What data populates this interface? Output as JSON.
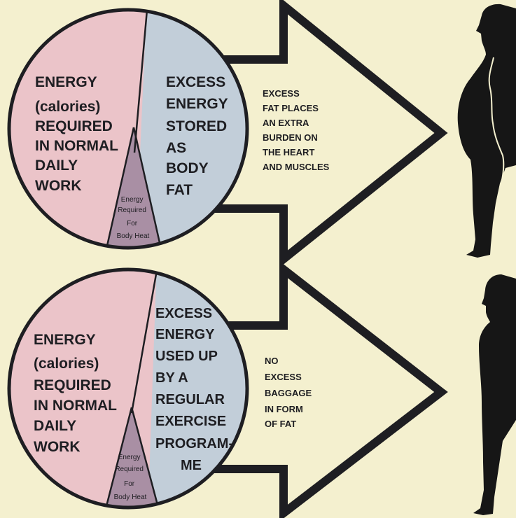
{
  "colors": {
    "background": "#f4f0cf",
    "pink": "#ebc4c9",
    "blue": "#c2ced9",
    "purple": "#a98fa4",
    "ink": "#1e1e22",
    "silhouette": "#161616"
  },
  "panels": [
    {
      "left_lines": [
        "ENERGY",
        "(calories)",
        "REQUIRED",
        "IN NORMAL",
        "DAILY",
        "WORK"
      ],
      "right_lines": [
        "EXCESS",
        "ENERGY",
        "STORED",
        "AS",
        "BODY",
        "FAT"
      ],
      "bottom_lines": [
        "Energy",
        "Required",
        "For",
        "Body Heat"
      ],
      "arrow_lines": [
        "EXCESS",
        "FAT PLACES",
        "AN EXTRA",
        "BURDEN ON",
        "THE HEART",
        "AND MUSCLES"
      ],
      "figure": "overweight-silhouette"
    },
    {
      "left_lines": [
        "ENERGY",
        "(calories)",
        "REQUIRED",
        "IN NORMAL",
        "DAILY",
        "WORK"
      ],
      "right_lines": [
        "EXCESS",
        "ENERGY",
        "USED UP",
        "BY A",
        "REGULAR",
        "EXERCISE",
        "PROGRAM-",
        "ME"
      ],
      "bottom_lines": [
        "Energy",
        "Required",
        "For",
        "Body Heat"
      ],
      "arrow_lines": [
        "NO",
        "EXCESS",
        "BAGGAGE",
        "IN FORM",
        "OF FAT"
      ],
      "figure": "fit-silhouette"
    }
  ]
}
